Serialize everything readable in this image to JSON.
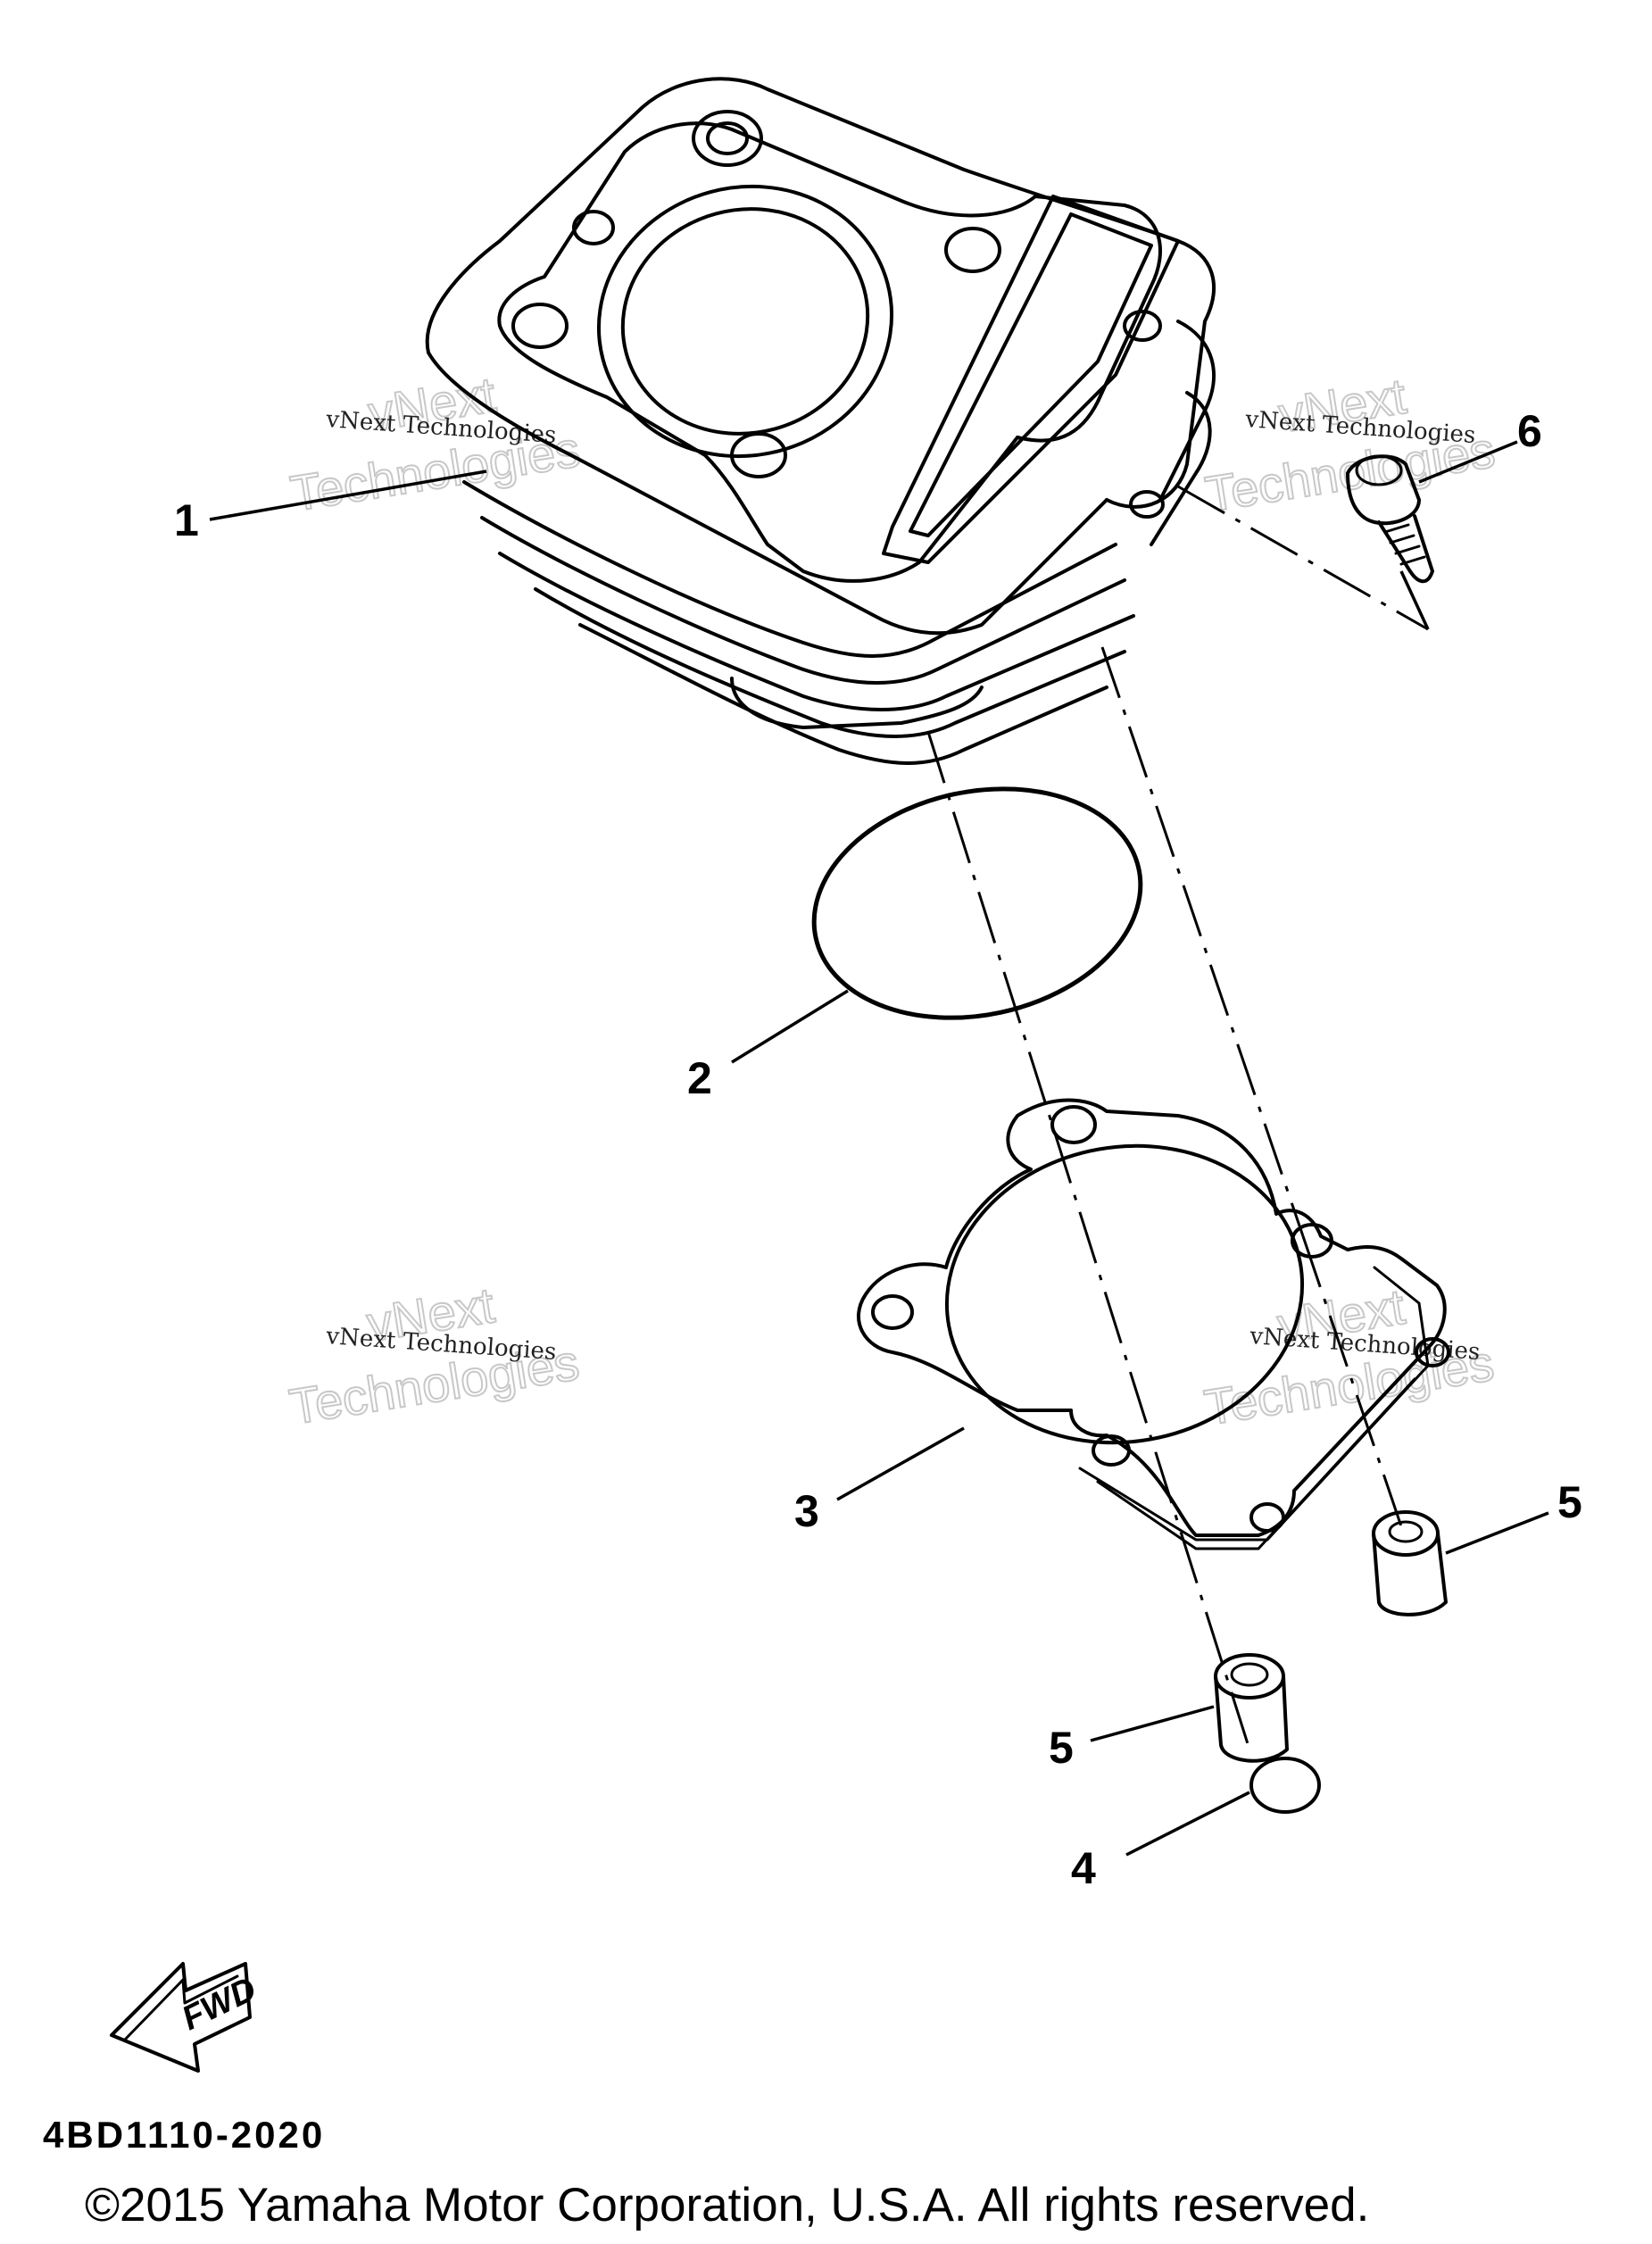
{
  "callouts": {
    "part_1": "1",
    "part_2": "2",
    "part_3": "3",
    "part_4": "4",
    "part_5a": "5",
    "part_5b": "5",
    "part_6": "6"
  },
  "fwd_label": "FWD",
  "diagram_code": "4BD1110-2020",
  "copyright": "©2015 Yamaha Motor Corporation, U.S.A. All rights reserved.",
  "watermark": {
    "line_small": "vNext Technologies",
    "line_big_1": "vNext",
    "line_big_2": "Technologies"
  },
  "colors": {
    "ink": "#000000",
    "watermark_outline": "#c8c8c8",
    "background": "#ffffff"
  }
}
